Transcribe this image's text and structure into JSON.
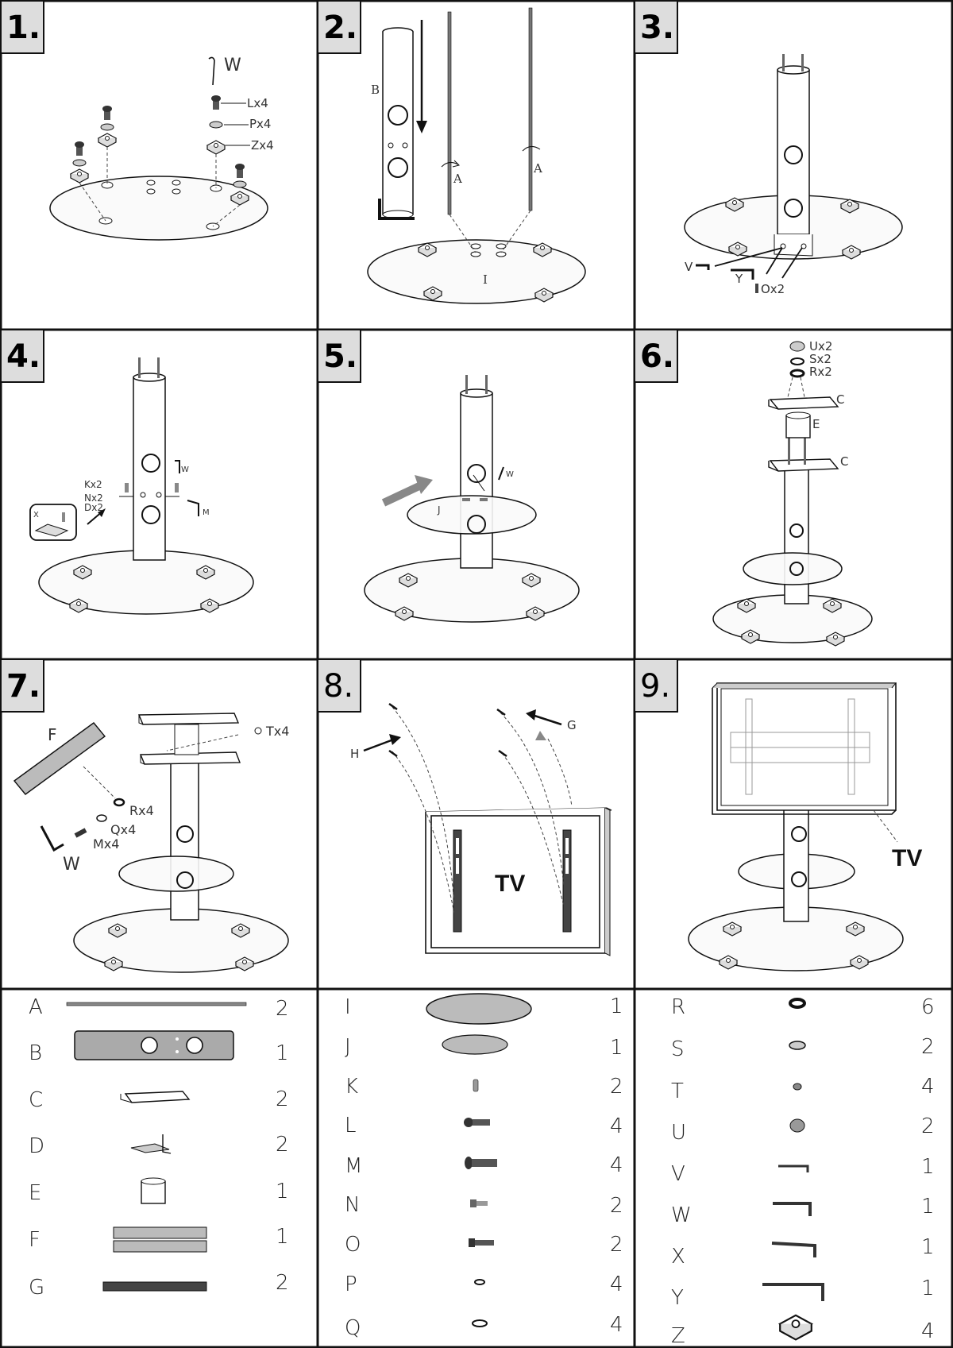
{
  "steps": [
    {
      "number": "1.",
      "labels": {
        "w": "W",
        "l": "Lx4",
        "p": "Px4",
        "z": "Zx4"
      }
    },
    {
      "number": "2.",
      "labels": {
        "b": "B",
        "a1": "A",
        "a2": "A",
        "i": "I"
      }
    },
    {
      "number": "3.",
      "labels": {
        "v": "V",
        "y": "Y",
        "o": "Ox2"
      }
    },
    {
      "number": "4.",
      "labels": {
        "k": "Kx2",
        "n": "Nx2",
        "d": "Dx2",
        "w": "W",
        "m": "M",
        "x": "X"
      }
    },
    {
      "number": "5.",
      "labels": {
        "j": "J",
        "w": "W"
      }
    },
    {
      "number": "6.",
      "labels": {
        "u": "Ux2",
        "s": "Sx2",
        "r": "Rx2",
        "c1": "C",
        "e": "E",
        "c2": "C"
      }
    },
    {
      "number": "7.",
      "labels": {
        "f": "F",
        "t": "Tx4",
        "r": "Rx4",
        "q": "Qx4",
        "m": "Mx4",
        "w": "W"
      }
    },
    {
      "number": "8.",
      "labels": {
        "h": "H",
        "g": "G",
        "tv": "TV"
      }
    },
    {
      "number": "9.",
      "labels": {
        "tv": "TV"
      }
    }
  ],
  "parts": {
    "col1": [
      {
        "letter": "A",
        "qty": "2",
        "icon": "threaded-rod-icon"
      },
      {
        "letter": "B",
        "qty": "1",
        "icon": "pole-tube-icon"
      },
      {
        "letter": "C",
        "qty": "2",
        "icon": "bracket-plate-icon"
      },
      {
        "letter": "D",
        "qty": "2",
        "icon": "shelf-support-icon"
      },
      {
        "letter": "E",
        "qty": "1",
        "icon": "spacer-cylinder-icon"
      },
      {
        "letter": "F",
        "qty": "1",
        "icon": "mounting-plate-icon"
      },
      {
        "letter": "G",
        "qty": "2",
        "icon": "tv-rail-icon"
      }
    ],
    "col2": [
      {
        "letter": "I",
        "qty": "1",
        "icon": "base-glass-icon"
      },
      {
        "letter": "J",
        "qty": "1",
        "icon": "shelf-glass-icon"
      },
      {
        "letter": "K",
        "qty": "2",
        "icon": "grub-screw-icon"
      },
      {
        "letter": "L",
        "qty": "4",
        "icon": "screw-icon"
      },
      {
        "letter": "M",
        "qty": "4",
        "icon": "bolt-icon"
      },
      {
        "letter": "N",
        "qty": "2",
        "icon": "small-bolt-icon"
      },
      {
        "letter": "O",
        "qty": "2",
        "icon": "hex-bolt-icon"
      },
      {
        "letter": "P",
        "qty": "4",
        "icon": "small-washer-icon"
      },
      {
        "letter": "Q",
        "qty": "4",
        "icon": "spring-washer-icon"
      }
    ],
    "col3": [
      {
        "letter": "R",
        "qty": "6",
        "icon": "rubber-washer-icon"
      },
      {
        "letter": "S",
        "qty": "2",
        "icon": "washer-icon"
      },
      {
        "letter": "T",
        "qty": "4",
        "icon": "small-cap-nut-icon"
      },
      {
        "letter": "U",
        "qty": "2",
        "icon": "cap-nut-icon"
      },
      {
        "letter": "V",
        "qty": "1",
        "icon": "small-allen-key-icon"
      },
      {
        "letter": "W",
        "qty": "1",
        "icon": "allen-key-icon"
      },
      {
        "letter": "X",
        "qty": "1",
        "icon": "allen-key-icon"
      },
      {
        "letter": "Y",
        "qty": "1",
        "icon": "long-allen-key-icon"
      },
      {
        "letter": "Z",
        "qty": "4",
        "icon": "glass-clamp-pad-icon"
      }
    ]
  }
}
